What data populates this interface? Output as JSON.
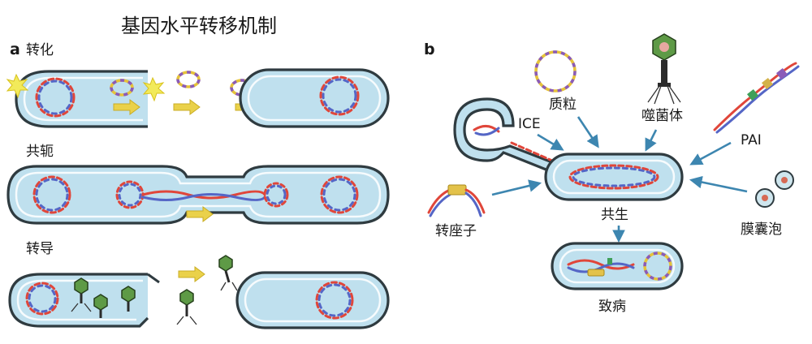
{
  "title": "基因水平转移机制",
  "panel_a": {
    "letter": "a",
    "rows": [
      "转化",
      "共轭",
      "转导"
    ]
  },
  "panel_b": {
    "letter": "b",
    "sources": {
      "ice": "ICE",
      "plasmid": "质粒",
      "phage": "噬菌体",
      "pai": "PAI",
      "transposon": "转座子",
      "vesicle": "膜囊泡"
    },
    "center": "共生",
    "result": "致病"
  },
  "colors": {
    "cell_fill": "#bfe0ee",
    "dna_red": "#e0463a",
    "dna_blue": "#5566c6",
    "arrow_yellow": "#ead14a",
    "arrow_blue": "#3d86b0",
    "phage_green": "#5e9a46"
  }
}
